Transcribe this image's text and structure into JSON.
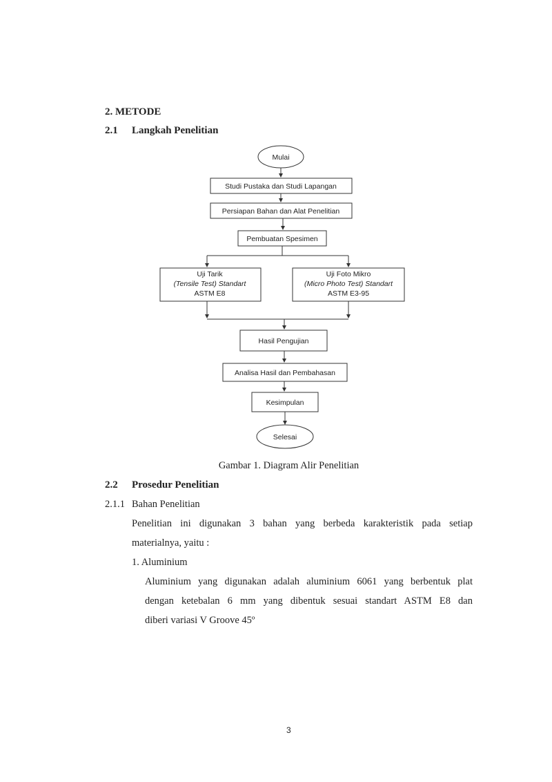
{
  "headings": {
    "section": "2.  METODE",
    "sub1_num": "2.1",
    "sub1_title": "Langkah Penelitian",
    "sub2_num": "2.2",
    "sub2_title": "Prosedur Penelitian",
    "subsub_num": "2.1.1",
    "subsub_title": "Bahan Penelitian"
  },
  "flowchart": {
    "start": "Mulai",
    "step1": "Studi Pustaka dan Studi Lapangan",
    "step2": "Persiapan Bahan dan Alat Penelitian",
    "step3": "Pembuatan Spesimen",
    "left_l1": "Uji Tarik",
    "left_l2": "(Tensile Test) Standart",
    "left_l3": "ASTM E8",
    "right_l1": "Uji Foto Mikro",
    "right_l2": "(Micro Photo Test) Standart",
    "right_l3": "ASTM E3-95",
    "step4": "Hasil Pengujian",
    "step5": "Analisa Hasil dan Pembahasan",
    "step6": "Kesimpulan",
    "end": "Selesai"
  },
  "caption": "Gambar 1. Diagram Alir Penelitian",
  "paragraphs": {
    "intro_line1": "Penelitian ini digunakan 3 bahan yang berbeda karakteristik pada setiap",
    "intro_line2": "materialnya, yaitu :",
    "item1": "1.  Aluminium",
    "alu_line1": "Aluminium yang digunakan adalah aluminium 6061 yang berbentuk plat",
    "alu_line2": "dengan ketebalan 6 mm yang dibentuk sesuai standart ASTM E8 dan",
    "alu_line3": "diberi variasi V Groove 45º"
  },
  "page_number": "3"
}
